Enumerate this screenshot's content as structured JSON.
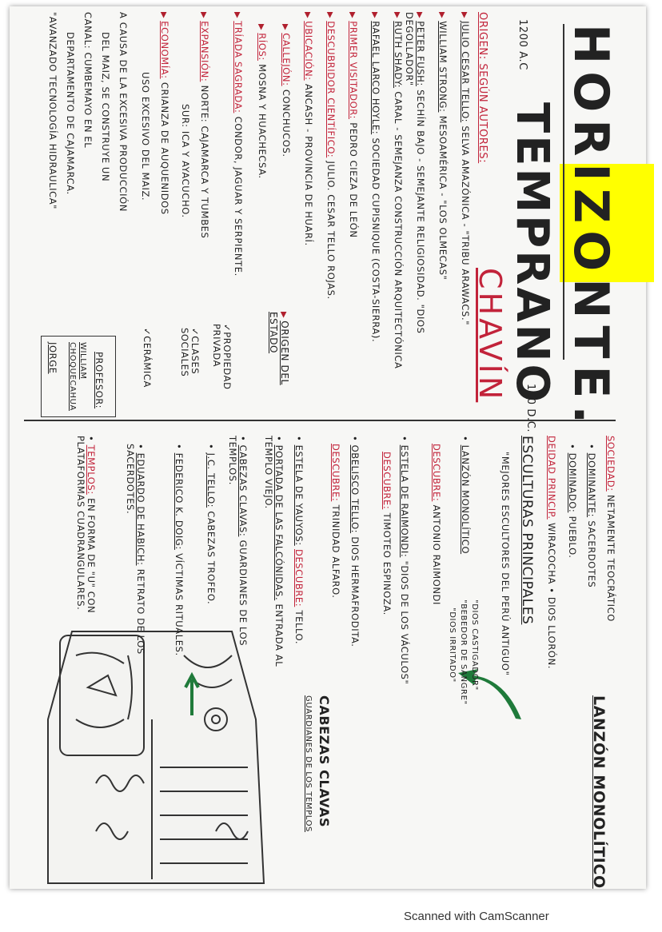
{
  "header": {
    "title": "HORIZONTE.",
    "subtitle": "TEMPRANO",
    "culture": "CHAVÍN",
    "date_start": "1200 A.C",
    "date_end": "100 D.C."
  },
  "left": {
    "origen_heading": "ORIGEN: SEGÚN AUTORES:",
    "authors": [
      {
        "name": "JULIO CESAR TELLO:",
        "text": "SELVA AMAZÓNICA - \"TRIBU ARAWACS.\""
      },
      {
        "name": "WILLIAM STRONG:",
        "text": "MESOAMÉRICA - \"LOS OLMECAS\""
      },
      {
        "name": "PETER FUSH:",
        "text": "SECHÍN BAJO - SEMEJANTE RELIGIOSIDAD. \"DIOS DEGOLLADOR\""
      },
      {
        "name": "RUTH SHADY:",
        "text": "CARAL - SEMEJANZA CONSTRUCCIÓN ARQUITECTÓNICA"
      },
      {
        "name": "RAFAEL LARCO HOYLE:",
        "text": "SOCIEDAD CUPISNIQUE (COSTA-SIERRA)."
      }
    ],
    "facts": [
      {
        "label": "PRIMER VISITADOR:",
        "text": "PEDRO CIEZA DE LEÓN"
      },
      {
        "label": "DESCUBRIDOR CIENTÍFICO:",
        "text": "JULIO. CESAR TELLO ROJAS."
      },
      {
        "label": "UBICACIÓN:",
        "text": "ANCASH - PROVINCIA DE HUARÍ."
      },
      {
        "label": "CALLEJÓN:",
        "text": "CONCHUCOS."
      },
      {
        "label": "RÍOS:",
        "text": "MOSNA Y HUACHECSA."
      },
      {
        "label": "TRÍADA SAGRADA:",
        "text": "CONDOR, JAGUAR Y SERPIENTE."
      },
      {
        "label": "EXPANSIÓN:",
        "text": "NORTE: CAJAMARCA Y TUMBES",
        "text2": "SUR: ICA Y AYACUCHO."
      },
      {
        "label": "ECONOMÍA:",
        "text": "CRIANZA DE AUQUENIDOS",
        "text2": "USO EXCESIVO DEL MAIZ."
      }
    ],
    "paragraph": [
      "A CAUSA DE LA EXCESIVA PRODUCCIÓN",
      "DEL MAIZ, SE CONSTRUYE UN",
      "CANAL: CUMBEMAYO EN EL",
      "DEPARTAMENTO DE CAJAMARCA.",
      "\"AVANZADO TECNOLOGÍA HIDRAULICA\""
    ],
    "estado_heading": "ORIGEN DEL ESTADO",
    "estado_items": [
      "PROPIEDAD PRIVADA",
      "CLASES SOCIALES",
      "CERÁMICA"
    ],
    "profesor_label": "PROFESOR:",
    "profesor_name": "WILLIAM CHOQUECAHUA",
    "profesor_signature": "JORGE"
  },
  "right": {
    "sociedad_label": "SOCIEDAD:",
    "sociedad_text": "NETAMENTE TEOCRÁTICO",
    "dominante_label": "DOMINANTE:",
    "dominante_text": "SACERDOTES",
    "dominado_label": "DOMINADO:",
    "dominado_text": "PUEBLO.",
    "deidad_label": "DEIDAD PRINCIP.",
    "deidad_text": "WIRACOCHA • DIOS LLORÓN.",
    "esculturas_heading": "ESCULTURAS PRINCIPALES",
    "quote": "\"MEJORES ESCULTORES DEL PERÚ ANTIGUO\"",
    "lanzon_label": "LANZÓN MONOLÍTICO",
    "lanzon_names": [
      "\"DIOS CASTIGADOR\"",
      "\"BEBEDOR DE SANGRE\"",
      "\"DIOS IRRITADO\""
    ],
    "lanzon_descubre_label": "DESCUBRE:",
    "lanzon_descubre": "ANTONIO RAIMONDI",
    "estela_raimondi": "ESTELA DE RAIMONDI:",
    "estela_raimondi_text": "\"DIOS DE LOS VÁCULOS\"",
    "estela_descubre_label": "DESCUBRE:",
    "estela_descubre": "TIMOTEO ESPINOZA.",
    "obelisco": "OBELISCO TELLO:",
    "obelisco_text": "DIOS HERMAFRODITA.",
    "obelisco_descubre_label": "DESCUBRE:",
    "obelisco_descubre": "TRINIDAD ALFARO.",
    "yauyos": "ESTELA DE YAUYOS:",
    "yauyos_descubre_label": "DESCUBRE:",
    "yauyos_descubre": "TELLO.",
    "portada": "PORTADA DE LAS FALCÓNIDAS.",
    "portada_text": "ENTRADA AL TEMPLO VIEJO.",
    "cabezas": "CABEZAS CLAVAS:",
    "cabezas_text": "GUARDIANES DE LOS TEMPLOS.",
    "jctello": "J.C. TELLO:",
    "jctello_text": "CABEZAS TROFEO.",
    "doig": "FEDERICO K. DOIG:",
    "doig_text": "VÍCTIMAS RITUALES.",
    "habich": "EDUARDO DE HABICH:",
    "habich_text": "RETRATO DE LOS SACERDOTES.",
    "templos": "TEMPLOS:",
    "templos_text": "EN FORMA DE \"U\" CON PLATAFORMAS CUADRANGULARES.",
    "big_lanzon": "LANZÓN MONOLÍTICO",
    "big_cabezas": "CABEZAS CLAVAS",
    "guardianes": "GUARDIANES DE LOS TEMPLOS"
  },
  "footer": "Scanned with CamScanner",
  "colors": {
    "highlight": "#ffff00",
    "red_ink": "#c2233a",
    "green_arrow": "#1f7a3a"
  }
}
